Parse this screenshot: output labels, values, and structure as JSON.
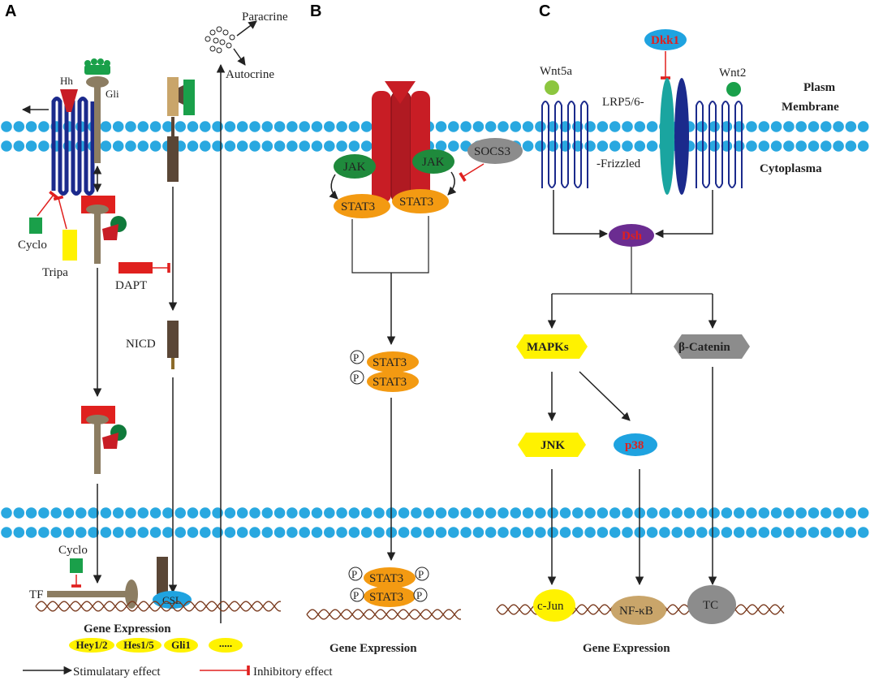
{
  "panels": {
    "a": {
      "letter": "A",
      "hh": "Hh",
      "gli": "Gli",
      "cyclo_top": "Cyclo",
      "tripa": "Tripa",
      "dapt": "DAPT",
      "nicd": "NICD",
      "paracrine": "Paracrine",
      "autocrine": "Autocrine",
      "cyclo_bottom": "Cyclo",
      "tf": "TF",
      "csl": "CSL",
      "gene_expression": "Gene Expression",
      "genes": [
        "Hey1/2",
        "Hes1/5",
        "Gli1",
        "....."
      ]
    },
    "b": {
      "letter": "B",
      "jak": "JAK",
      "stat3": "STAT3",
      "socs3": "SOCS3",
      "p": "P",
      "gene_expression": "Gene Expression"
    },
    "c": {
      "letter": "C",
      "dkk1": "Dkk1",
      "wnt5a": "Wnt5a",
      "wnt2": "Wnt2",
      "plasm": "Plasm",
      "membrane": "Membrane",
      "lrp": "LRP5/6-",
      "frizzled": "-Frizzled",
      "cytoplasma": "Cytoplasma",
      "dsh": "Dsh",
      "mapks": "MAPKs",
      "beta_catenin": "β-Catenin",
      "jnk": "JNK",
      "p38": "p38",
      "cjun": "c-Jun",
      "nfkb": "NF-κB",
      "tc": "TC",
      "gene_expression": "Gene Expression"
    }
  },
  "legend": {
    "stimulatory": "Stimulatary effect",
    "inhibitory": "Inhibitory effect"
  },
  "colors": {
    "membrane_bead": "#29a8e0",
    "receptor_blue": "#1b2a8c",
    "receptor_teal": "#1aa5a0",
    "stat3_orange": "#f39a12",
    "jak_green": "#1f8a3c",
    "jak2_red": "#c81d25",
    "inhibitor_red": "#e0201e",
    "yellow": "#fff200",
    "gli_brown": "#8c7d62",
    "notch_brown": "#5a4636",
    "dsh_purple": "#6b2c91",
    "p38_blue": "#1fa3e0",
    "grey": "#8c8c8c",
    "tan": "#c9a56a",
    "green": "#1aa04a"
  }
}
